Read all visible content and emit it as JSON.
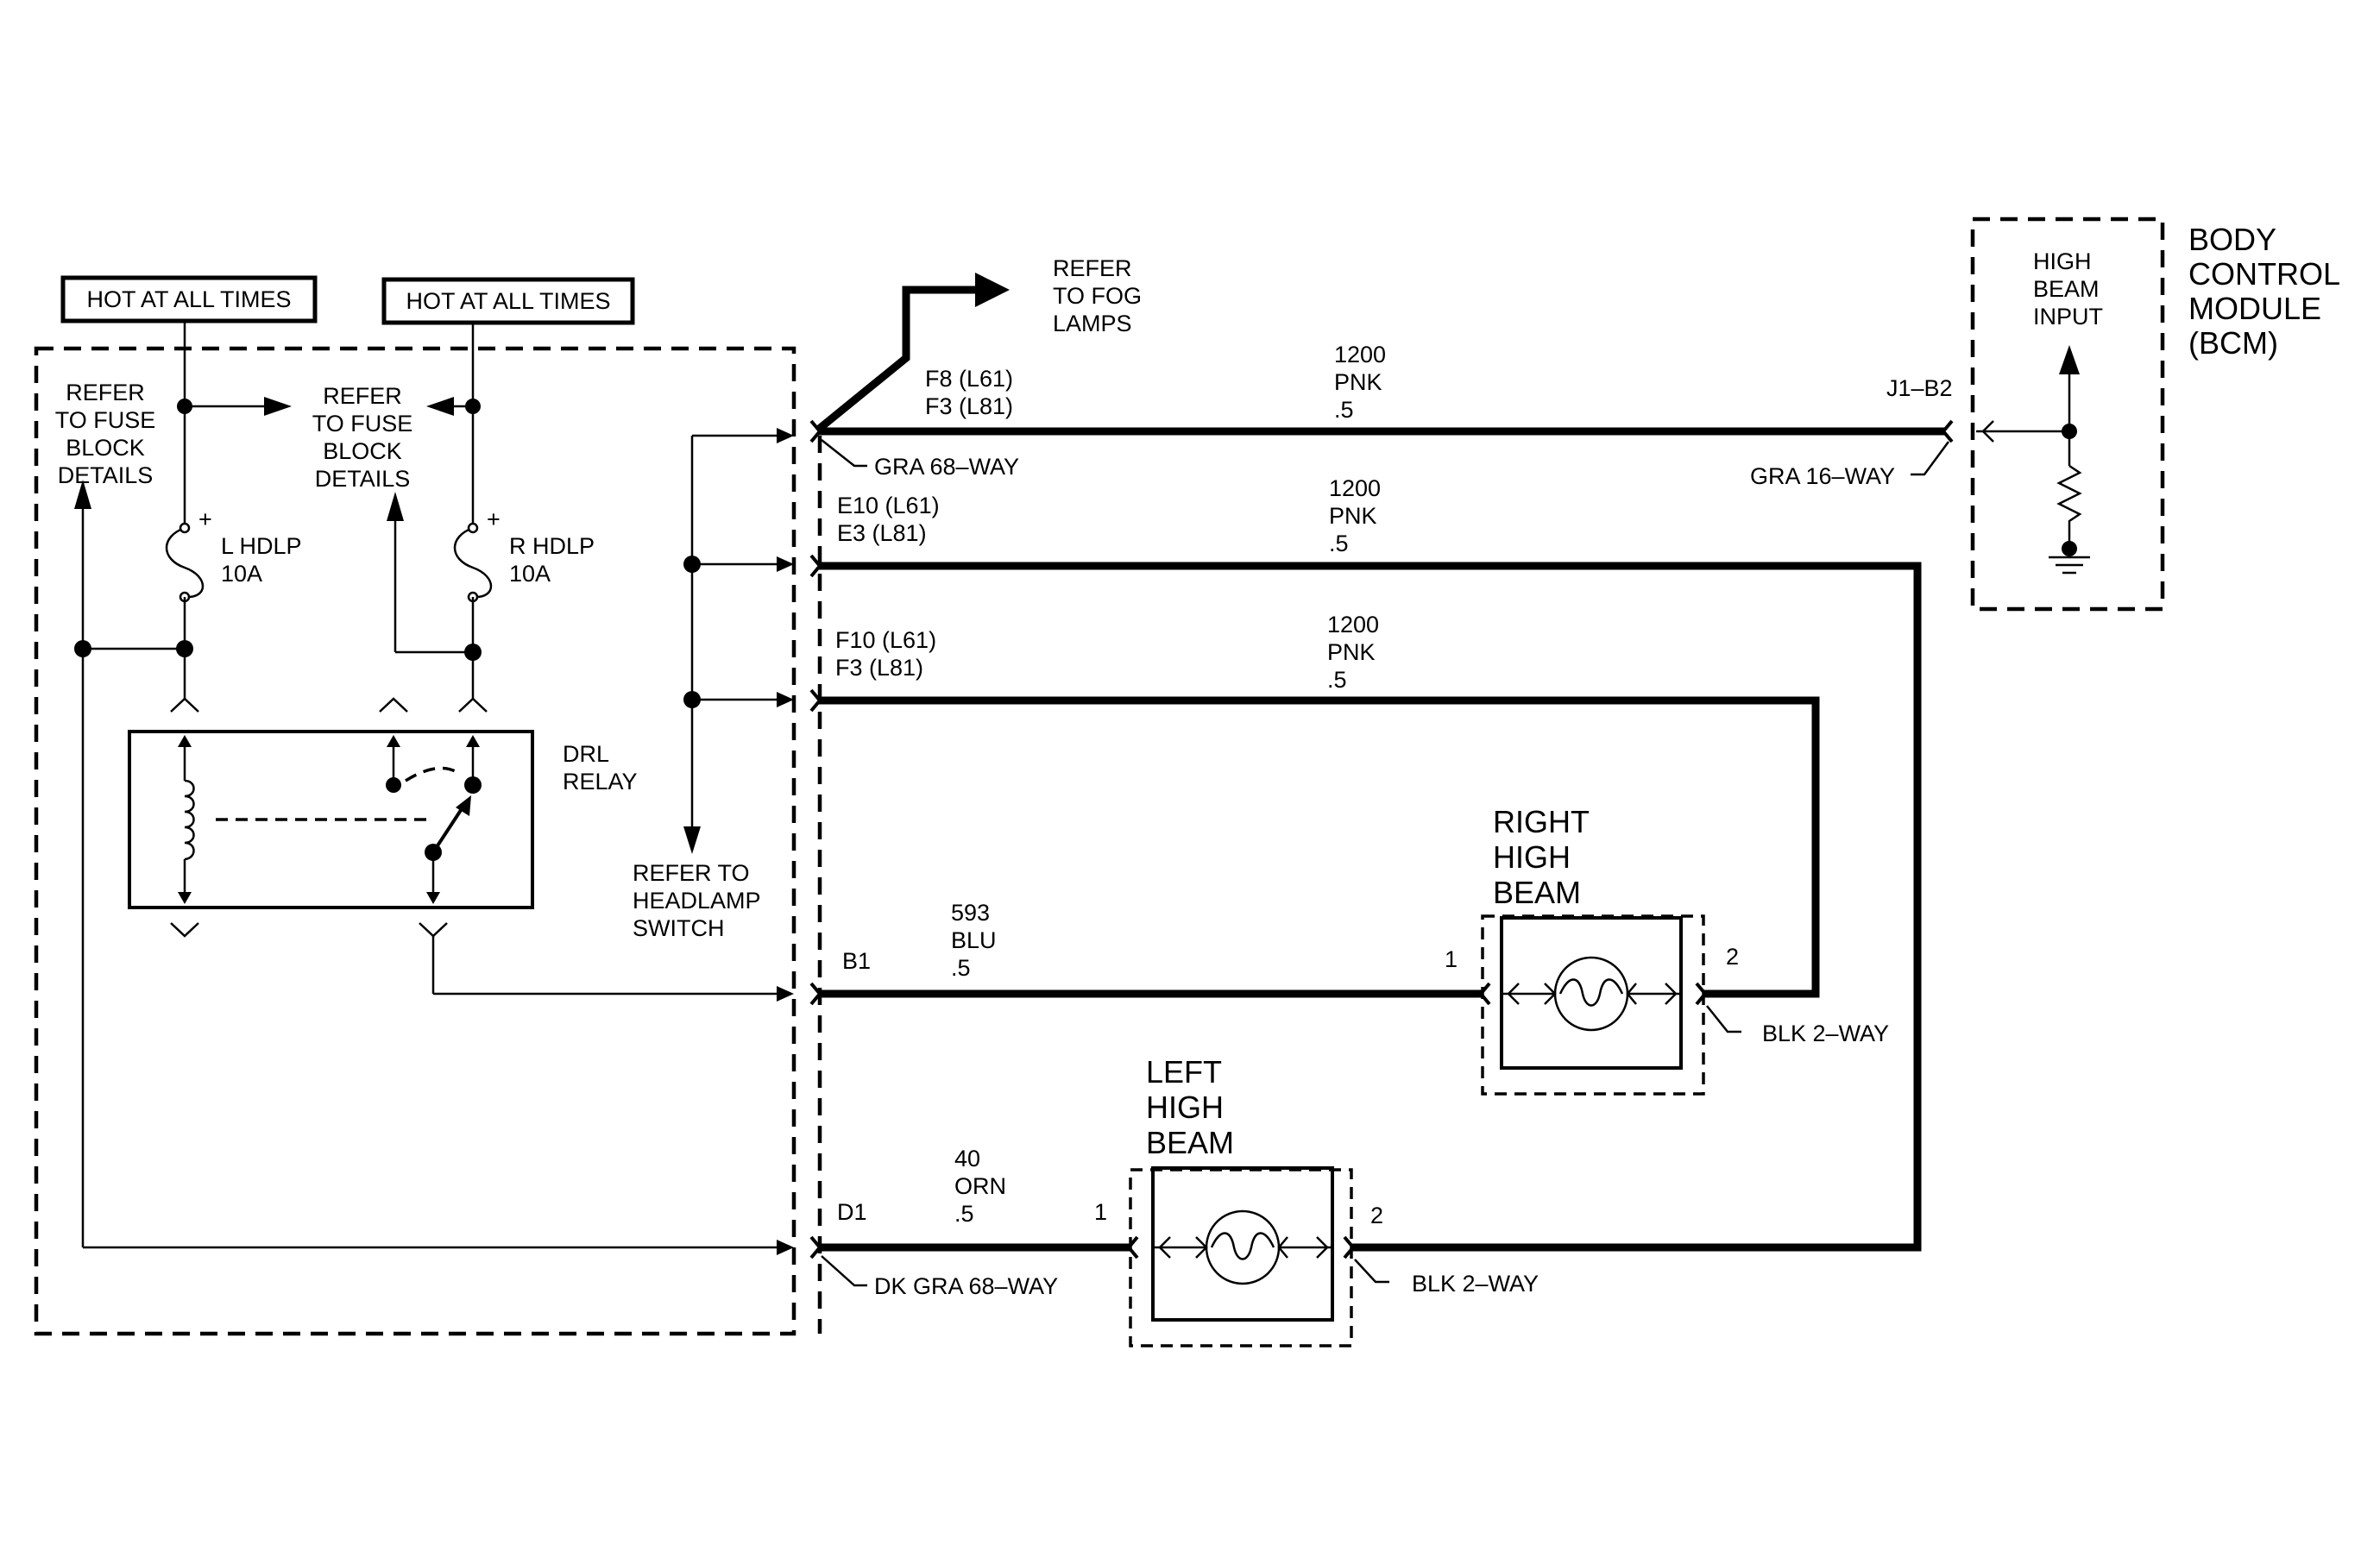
{
  "hot_labels": [
    "HOT AT ALL TIMES",
    "HOT AT ALL TIMES"
  ],
  "fuse_ref_left": [
    "REFER",
    "TO FUSE",
    "BLOCK",
    "DETAILS"
  ],
  "fuse_ref_right": [
    "REFER",
    "TO FUSE",
    "BLOCK",
    "DETAILS"
  ],
  "fuses": {
    "left": {
      "name": "L HDLP",
      "rating": "10A"
    },
    "right": {
      "name": "R HDLP",
      "rating": "10A"
    }
  },
  "relay": {
    "line1": "DRL",
    "line2": "RELAY"
  },
  "headlamp_ref": [
    "REFER TO",
    "HEADLAMP",
    "SWITCH"
  ],
  "fog_ref": [
    "REFER",
    "TO FOG",
    "LAMPS"
  ],
  "bcm": {
    "title": [
      "BODY",
      "CONTROL",
      "MODULE",
      "(BCM)"
    ],
    "input": [
      "HIGH",
      "BEAM",
      "INPUT"
    ],
    "pin": "J1–B2",
    "connector": "GRA 16–WAY"
  },
  "connectors": {
    "gra68": "GRA 68–WAY",
    "dkgra68": "DK GRA 68–WAY",
    "blk2_right": "BLK 2–WAY",
    "blk2_left": "BLK 2–WAY"
  },
  "circuits": [
    {
      "pins": [
        "F8 (L61)",
        "F3 (L81)"
      ],
      "wire": [
        "1200",
        "PNK",
        ".5"
      ]
    },
    {
      "pins": [
        "E10 (L61)",
        "E3 (L81)"
      ],
      "wire": [
        "1200",
        "PNK",
        ".5"
      ]
    },
    {
      "pins": [
        "F10 (L61)",
        "F3 (L81)"
      ],
      "wire": [
        "1200",
        "PNK",
        ".5"
      ]
    },
    {
      "pins": [
        "B1"
      ],
      "wire": [
        "593",
        "BLU",
        ".5"
      ]
    },
    {
      "pins": [
        "D1"
      ],
      "wire": [
        "40",
        "ORN",
        ".5"
      ]
    }
  ],
  "right_beam": {
    "title": [
      "RIGHT",
      "HIGH",
      "BEAM"
    ],
    "pin1": "1",
    "pin2": "2"
  },
  "left_beam": {
    "title": [
      "LEFT",
      "HIGH",
      "BEAM"
    ],
    "pin1": "1",
    "pin2": "2"
  }
}
